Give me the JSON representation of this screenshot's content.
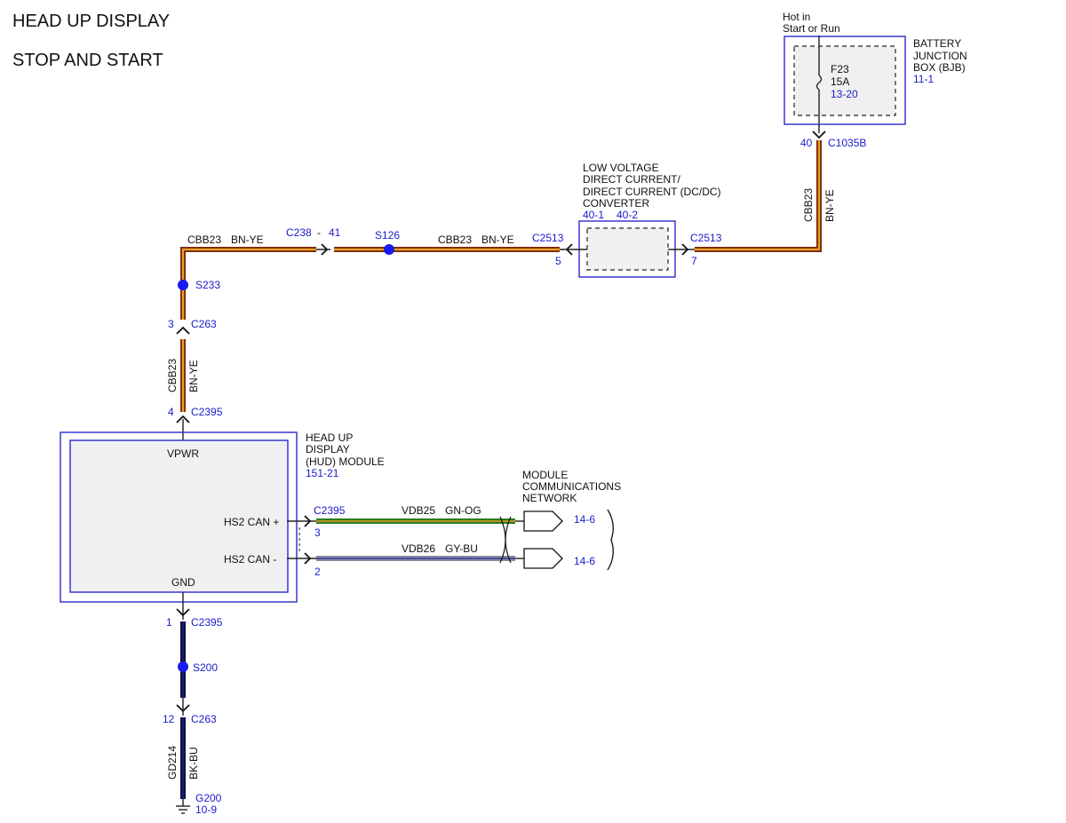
{
  "header": {
    "title_line1": "HEAD UP DISPLAY",
    "title_line2": "STOP AND START"
  },
  "bjb": {
    "hot_line1": "Hot in",
    "hot_line2": "Start or Run",
    "name_line1": "BATTERY",
    "name_line2": "JUNCTION",
    "name_line3": "BOX (BJB)",
    "ref": "11-1",
    "fuse_name": "F23",
    "fuse_rating": "15A",
    "fuse_ref": "13-20",
    "pin": "40",
    "connector": "C1035B"
  },
  "dcdc": {
    "name_line1": "LOW VOLTAGE",
    "name_line2": "DIRECT CURRENT/",
    "name_line3": "DIRECT CURRENT (DC/DC)",
    "name_line4": "CONVERTER",
    "ref1": "40-1",
    "ref2": "40-2",
    "left_connector": "C2513",
    "left_pin": "5",
    "right_connector": "C2513",
    "right_pin": "7"
  },
  "wires": {
    "power_circuit": "CBB23",
    "power_color": "BN-YE",
    "can_plus_circuit": "VDB25",
    "can_plus_color": "GN-OG",
    "can_minus_circuit": "VDB26",
    "can_minus_color": "GY-BU",
    "ground_circuit": "GD214",
    "ground_color": "BK-BU",
    "wire_colors": {
      "brown_yellow_outer": "#7a2a10",
      "brown_yellow_inner": "#e8a020",
      "green_outer": "#2d7a1f",
      "green_inner": "#e8a020",
      "gray_blue_outer": "#8a8a9a",
      "gray_blue_inner": "#3a3ab0",
      "black_blue_outer": "#101030",
      "black_blue_inner": "#1a1aa0"
    }
  },
  "inline_connector": {
    "name": "C238",
    "dash": "-",
    "pin": "41"
  },
  "splices": {
    "s126": "S126",
    "s233": "S233",
    "s200": "S200"
  },
  "c263_upper": {
    "pin": "3",
    "name": "C263"
  },
  "c2395_upper": {
    "pin": "4",
    "name": "C2395"
  },
  "hud": {
    "name_line1": "HEAD UP",
    "name_line2": "DISPLAY",
    "name_line3": "(HUD) MODULE",
    "ref": "151-21",
    "pin_vpwr": "VPWR",
    "pin_can_plus": "HS2 CAN +",
    "pin_can_minus": "HS2 CAN -",
    "pin_gnd": "GND",
    "can_connector": "C2395",
    "can_plus_pin": "3",
    "can_minus_pin": "2"
  },
  "network": {
    "name_line1": "MODULE",
    "name_line2": "COMMUNICATIONS",
    "name_line3": "NETWORK",
    "ref_plus": "14-6",
    "ref_minus": "14-6"
  },
  "ground_path": {
    "c2395_pin": "1",
    "c2395_name": "C2395",
    "c263_pin": "12",
    "c263_name": "C263",
    "ground_name": "G200",
    "ground_ref": "10-9"
  }
}
